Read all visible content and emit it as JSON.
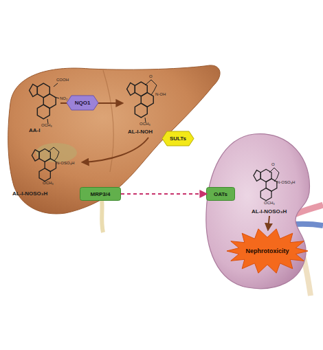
{
  "diagram": {
    "nodes": [
      {
        "text": [
          "NQO1"
        ]
      },
      {
        "text": [
          "SULTs"
        ]
      },
      {
        "text": [
          "MRP3/4"
        ]
      },
      {
        "text": [
          "OATs"
        ]
      },
      {
        "text": [
          "Nephrotoxicity"
        ]
      }
    ],
    "edges": [
      {
        "from": 2,
        "to": 3,
        "arrow": "to"
      }
    ],
    "labels": [
      "AA-I",
      "COOH",
      "NO₂",
      "OCH₃",
      "AL-I-NOH",
      "O",
      "N-OH",
      "OCH₃",
      "AL-I-NOSO₃H",
      "N-OSO₃H",
      "OCH₃",
      "AL-I-NOSO₃H",
      "O",
      "N-OSO₃H",
      "OCH₃"
    ]
  }
}
